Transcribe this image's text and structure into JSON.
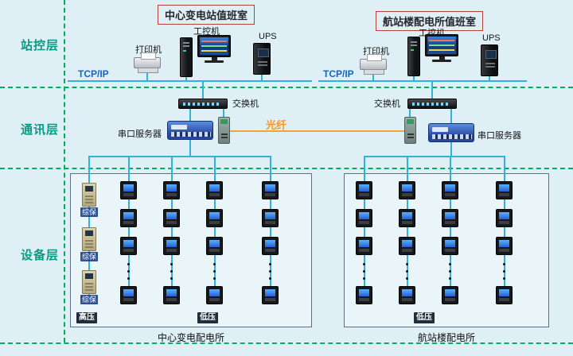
{
  "layers": {
    "station": "站控层",
    "comm": "通讯层",
    "device": "设备层"
  },
  "stations": {
    "left": {
      "title": "中心变电站值班室",
      "printer": "打印机",
      "computer": "工控机",
      "ups": "UPS",
      "tcpip": "TCP/IP",
      "switch": "交换机",
      "serial_server": "串口服务器"
    },
    "right": {
      "title": "航站楼配电所值班室",
      "printer": "打印机",
      "computer": "工控机",
      "ups": "UPS",
      "tcpip": "TCP/IP",
      "switch": "交换机",
      "serial_server": "串口服务器"
    }
  },
  "fiber_label": "光纤",
  "panels": {
    "left": {
      "caption": "中心变电配电所",
      "hv_label": "高压",
      "lv_label": "低压",
      "protection_label": "综保"
    },
    "right": {
      "caption": "航站楼配电所",
      "lv_label": "低压"
    }
  },
  "colors": {
    "background": "#dfeff6",
    "divider_green": "#00ad5f",
    "line_cyan": "#2fb3d9",
    "fiber_orange": "#f2a33c",
    "tcpip_blue": "#1464c8",
    "layer_label_teal": "#0a9a84",
    "title_border_red": "#b5413c"
  }
}
